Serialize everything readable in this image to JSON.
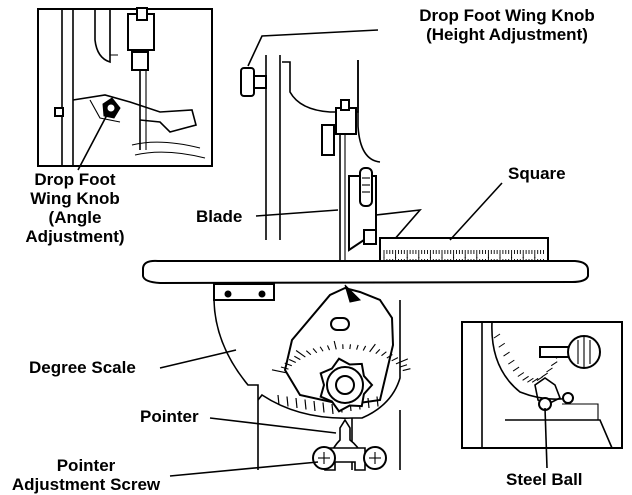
{
  "labels": {
    "drop_foot_height_line1": "Drop Foot Wing Knob",
    "drop_foot_height_line2": "(Height Adjustment)",
    "drop_foot_angle_line1": "Drop Foot",
    "drop_foot_angle_line2": "Wing Knob",
    "drop_foot_angle_line3": "(Angle",
    "drop_foot_angle_line4": "Adjustment)",
    "square": "Square",
    "blade": "Blade",
    "degree_scale": "Degree Scale",
    "pointer": "Pointer",
    "pointer_adjustment_line1": "Pointer",
    "pointer_adjustment_line2": "Adjustment Screw",
    "steel_ball": "Steel Ball"
  },
  "colors": {
    "ink": "#000000",
    "paper": "#ffffff"
  }
}
